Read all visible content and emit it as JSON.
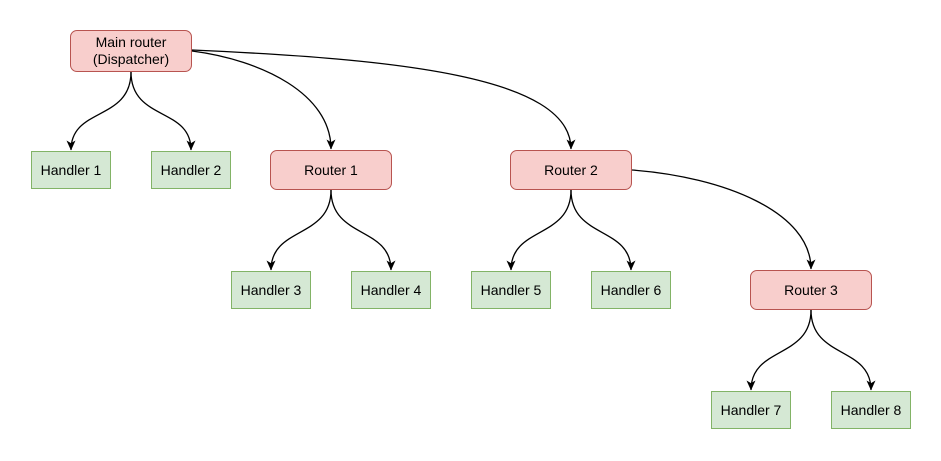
{
  "diagram": {
    "kind": "flowchart-tree",
    "background": "#ffffff",
    "styles": {
      "router": {
        "fill": "#f8cecc",
        "stroke": "#b85450"
      },
      "handler": {
        "fill": "#d5e8d4",
        "stroke": "#82b366"
      },
      "edge": {
        "stroke": "#000000"
      }
    },
    "nodes": [
      {
        "id": "main",
        "kind": "router",
        "label": "Main router (Dispatcher)",
        "line1": "Main router",
        "line2": "(Dispatcher)"
      },
      {
        "id": "handler1",
        "kind": "handler",
        "label": "Handler 1"
      },
      {
        "id": "handler2",
        "kind": "handler",
        "label": "Handler 2"
      },
      {
        "id": "router1",
        "kind": "router",
        "label": "Router 1"
      },
      {
        "id": "router2",
        "kind": "router",
        "label": "Router 2"
      },
      {
        "id": "handler3",
        "kind": "handler",
        "label": "Handler 3"
      },
      {
        "id": "handler4",
        "kind": "handler",
        "label": "Handler 4"
      },
      {
        "id": "handler5",
        "kind": "handler",
        "label": "Handler 5"
      },
      {
        "id": "handler6",
        "kind": "handler",
        "label": "Handler 6"
      },
      {
        "id": "router3",
        "kind": "router",
        "label": "Router 3"
      },
      {
        "id": "handler7",
        "kind": "handler",
        "label": "Handler 7"
      },
      {
        "id": "handler8",
        "kind": "handler",
        "label": "Handler 8"
      }
    ],
    "edges": [
      {
        "from": "main",
        "to": "handler1"
      },
      {
        "from": "main",
        "to": "handler2"
      },
      {
        "from": "main",
        "to": "router1"
      },
      {
        "from": "main",
        "to": "router2"
      },
      {
        "from": "router1",
        "to": "handler3"
      },
      {
        "from": "router1",
        "to": "handler4"
      },
      {
        "from": "router2",
        "to": "handler5"
      },
      {
        "from": "router2",
        "to": "handler6"
      },
      {
        "from": "router2",
        "to": "router3"
      },
      {
        "from": "router3",
        "to": "handler7"
      },
      {
        "from": "router3",
        "to": "handler8"
      }
    ]
  }
}
